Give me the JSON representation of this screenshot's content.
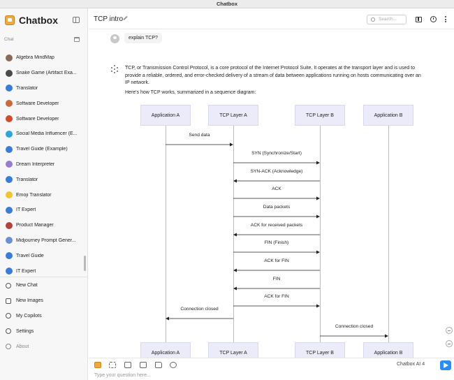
{
  "window": {
    "title": "Chatbox"
  },
  "sidebar": {
    "brand": "Chatbox",
    "section_label": "Chat",
    "conversations": [
      {
        "label": "Algebra MindMap",
        "color": "#8a6a5a"
      },
      {
        "label": "Snake Game (Artifact Exa...",
        "color": "#4a4a4a"
      },
      {
        "label": "Translator",
        "color": "#3b7bd9"
      },
      {
        "label": "Software Developer",
        "color": "#c96a3a"
      },
      {
        "label": "Software Developer",
        "color": "#d04b2b"
      },
      {
        "label": "Social Media Influencer (E...",
        "color": "#2ba6de"
      },
      {
        "label": "Travel Guide (Example)",
        "color": "#3b7bd9"
      },
      {
        "label": "Dream Interpreter",
        "color": "#9a7bd0"
      },
      {
        "label": "Translator",
        "color": "#3b7bd9"
      },
      {
        "label": "Emoji Translator",
        "color": "#f2c230"
      },
      {
        "label": "IT Expert",
        "color": "#3b7bd9"
      },
      {
        "label": "Product Manager",
        "color": "#b0453a"
      },
      {
        "label": "Midjourney Prompt Gener...",
        "color": "#6b8fd6"
      },
      {
        "label": "Travel Guide",
        "color": "#3b7bd9"
      },
      {
        "label": "IT Expert",
        "color": "#3b7bd9"
      }
    ],
    "nav": [
      {
        "label": "New Chat",
        "icon": "plus-circle-icon"
      },
      {
        "label": "New Images",
        "icon": "image-icon"
      },
      {
        "label": "My Copilots",
        "icon": "copilot-icon"
      },
      {
        "label": "Settings",
        "icon": "gear-icon"
      },
      {
        "label": "About",
        "icon": "info-icon"
      }
    ]
  },
  "header": {
    "title": "TCP intro",
    "search_placeholder": "Search..."
  },
  "messages": {
    "user": "explain TCP?",
    "assistant_p1": "TCP, or Transmission Control Protocol, is a core protocol of the Internet Protocol Suite. It operates at the transport layer and is used to provide a reliable, ordered, and error-checked delivery of a stream of data between applications running on hosts communicating over an IP network.",
    "assistant_p2": "Here's how TCP works, summarized in a sequence diagram:"
  },
  "diagram": {
    "participants": [
      "Application A",
      "TCP Layer A",
      "TCP Layer B",
      "Application B"
    ],
    "messages": [
      {
        "label": "Send data",
        "from": 0,
        "to": 1
      },
      {
        "label": "SYN (Synchronize/Start)",
        "from": 1,
        "to": 2
      },
      {
        "label": "SYN-ACK (Acknowledge)",
        "from": 2,
        "to": 1
      },
      {
        "label": "ACK",
        "from": 1,
        "to": 2
      },
      {
        "label": "Data packets",
        "from": 1,
        "to": 2
      },
      {
        "label": "ACK for received packets",
        "from": 2,
        "to": 1
      },
      {
        "label": "FIN (Finish)",
        "from": 1,
        "to": 2
      },
      {
        "label": "ACK for FIN",
        "from": 2,
        "to": 1
      },
      {
        "label": "FIN",
        "from": 2,
        "to": 1
      },
      {
        "label": "ACK for FIN",
        "from": 1,
        "to": 2
      },
      {
        "label": "Connection closed",
        "from": 1,
        "to": 0
      },
      {
        "label": "Connection closed",
        "from": 2,
        "to": 3
      }
    ]
  },
  "input": {
    "placeholder": "Type your question here...",
    "model": "Chatbox AI 4"
  }
}
